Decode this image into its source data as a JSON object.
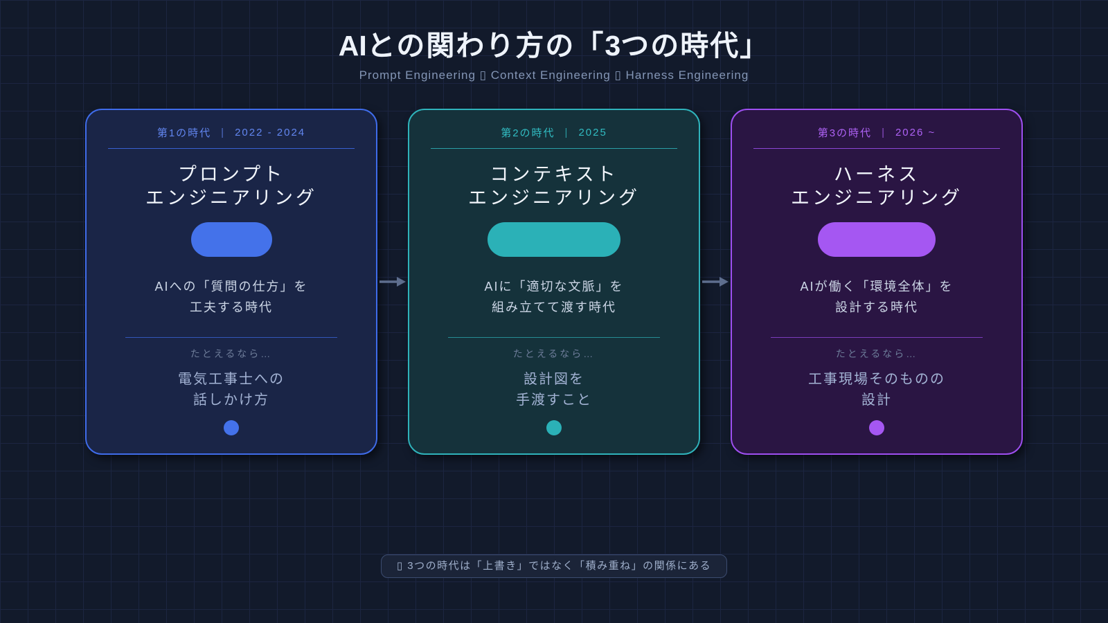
{
  "header": {
    "title_ai": "AI",
    "title_mid": "との関わり方の「",
    "title_three": "3",
    "title_end": "つの時代」",
    "subtitle": "Prompt Engineering ▯ Context Engineering ▯ Harness Engineering"
  },
  "cards": [
    {
      "era_label": "第1の時代",
      "separator": "|",
      "period": "2022 - 2024",
      "title_line1": "プロンプト",
      "title_line2": "エンジニアリング",
      "desc_line1": "AIへの「質問の仕方」を",
      "desc_line2": "工夫する時代",
      "analogy_label": "たとえるなら…",
      "analogy_line1": "電気工事士への",
      "analogy_line2": "話しかけ方",
      "colors": {
        "bg": "#1a2547",
        "border": "#3f6cea",
        "accent": "#6286f0",
        "pill": "#4472ea"
      }
    },
    {
      "era_label": "第2の時代",
      "separator": "|",
      "period": "2025",
      "title_line1": "コンテキスト",
      "title_line2": "エンジニアリング",
      "desc_line1": "AIに「適切な文脈」を",
      "desc_line2": "組み立てて渡す時代",
      "analogy_label": "たとえるなら…",
      "analogy_line1": "設計図を",
      "analogy_line2": "手渡すこと",
      "colors": {
        "bg": "#15323b",
        "border": "#2fb3bb",
        "accent": "#31bcc2",
        "pill": "#2bb1b7"
      }
    },
    {
      "era_label": "第3の時代",
      "separator": "|",
      "period": "2026 ~",
      "title_line1": "ハーネス",
      "title_line2": "エンジニアリング",
      "desc_line1": "AIが働く「環境全体」を",
      "desc_line2": "設計する時代",
      "analogy_label": "たとえるなら…",
      "analogy_line1": "工事現場そのものの",
      "analogy_line2": "設計",
      "colors": {
        "bg": "#2a1543",
        "border": "#9e4ff0",
        "accent": "#ae62f5",
        "pill": "#a557f2"
      }
    }
  ],
  "arrows": {
    "color": "#5e6e8e"
  },
  "footer": {
    "note": "▯ 3つの時代は「上書き」ではなく「積み重ね」の関係にある"
  },
  "background": {
    "page": "#121a2b",
    "grid_line": "#1c2541"
  }
}
